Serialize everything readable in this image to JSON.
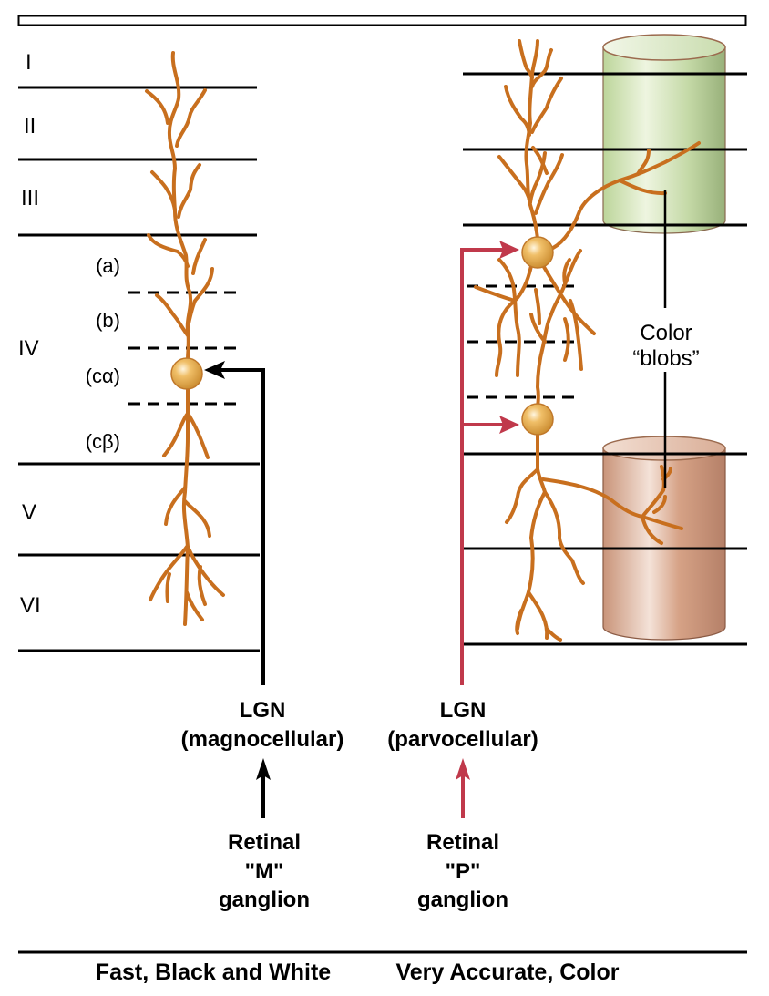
{
  "layers": {
    "labels": [
      "I",
      "II",
      "III",
      "IV",
      "V",
      "VI"
    ],
    "sublayers_iv": [
      "(a)",
      "(b)",
      "(cα)",
      "(cβ)"
    ]
  },
  "left_pathway": {
    "lgn_title": "LGN",
    "lgn_subtitle": "(magnocellular)",
    "retinal_line1": "Retinal",
    "retinal_line2": "\"M\"",
    "retinal_line3": "ganglion",
    "caption": "Fast, Black and White",
    "arrow_color": "#000000"
  },
  "right_pathway": {
    "lgn_title": "LGN",
    "lgn_subtitle": "(parvocellular)",
    "retinal_line1": "Retinal",
    "retinal_line2": "\"P\"",
    "retinal_line3": "ganglion",
    "caption": "Very Accurate, Color",
    "arrow_color": "#c0394b"
  },
  "blobs": {
    "label_line1": "Color",
    "label_line2": "“blobs”",
    "green_color": "#c7dcaa",
    "copper_color": "#d4a088"
  },
  "colors": {
    "neuron": "#c86f1e",
    "soma": "#e8a84a"
  }
}
